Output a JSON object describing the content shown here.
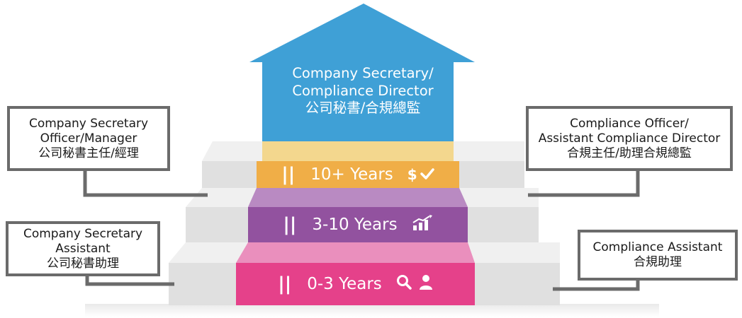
{
  "arrow": {
    "line1": "Company Secretary/",
    "line2": "Compliance Director",
    "line3": "公司秘書/合規總監",
    "color": "#3fa0d6"
  },
  "levels": [
    {
      "label": "10+ Years",
      "icons": [
        "dollar-icon",
        "checkmark-icon"
      ],
      "top_color": "#f3d78e",
      "front_color": "#f0ae47"
    },
    {
      "label": "3-10 Years",
      "icons": [
        "growth-chart-icon"
      ],
      "top_color": "#b98ac2",
      "front_color": "#92529f"
    },
    {
      "label": "0-3 Years",
      "icons": [
        "search-icon",
        "user-icon"
      ],
      "top_color": "#ea8fbd",
      "front_color": "#e5418a"
    }
  ],
  "callouts": {
    "top_left": {
      "line1": "Company Secretary",
      "line2": "Officer/Manager",
      "line3": "公司秘書主任/經理"
    },
    "top_right": {
      "line1": "Compliance Officer/",
      "line2": "Assistant Compliance Director",
      "line3": "合規主任/助理合規總監"
    },
    "bottom_left": {
      "line1": "Company Secretary",
      "line2": "Assistant",
      "line3": "公司秘書助理"
    },
    "bottom_right": {
      "line1": "Compliance Assistant",
      "line2": "合規助理"
    }
  },
  "colors": {
    "connector": "#6b6b6b",
    "step_top": "#f1f1f1",
    "step_front": "#e2e2e2"
  }
}
